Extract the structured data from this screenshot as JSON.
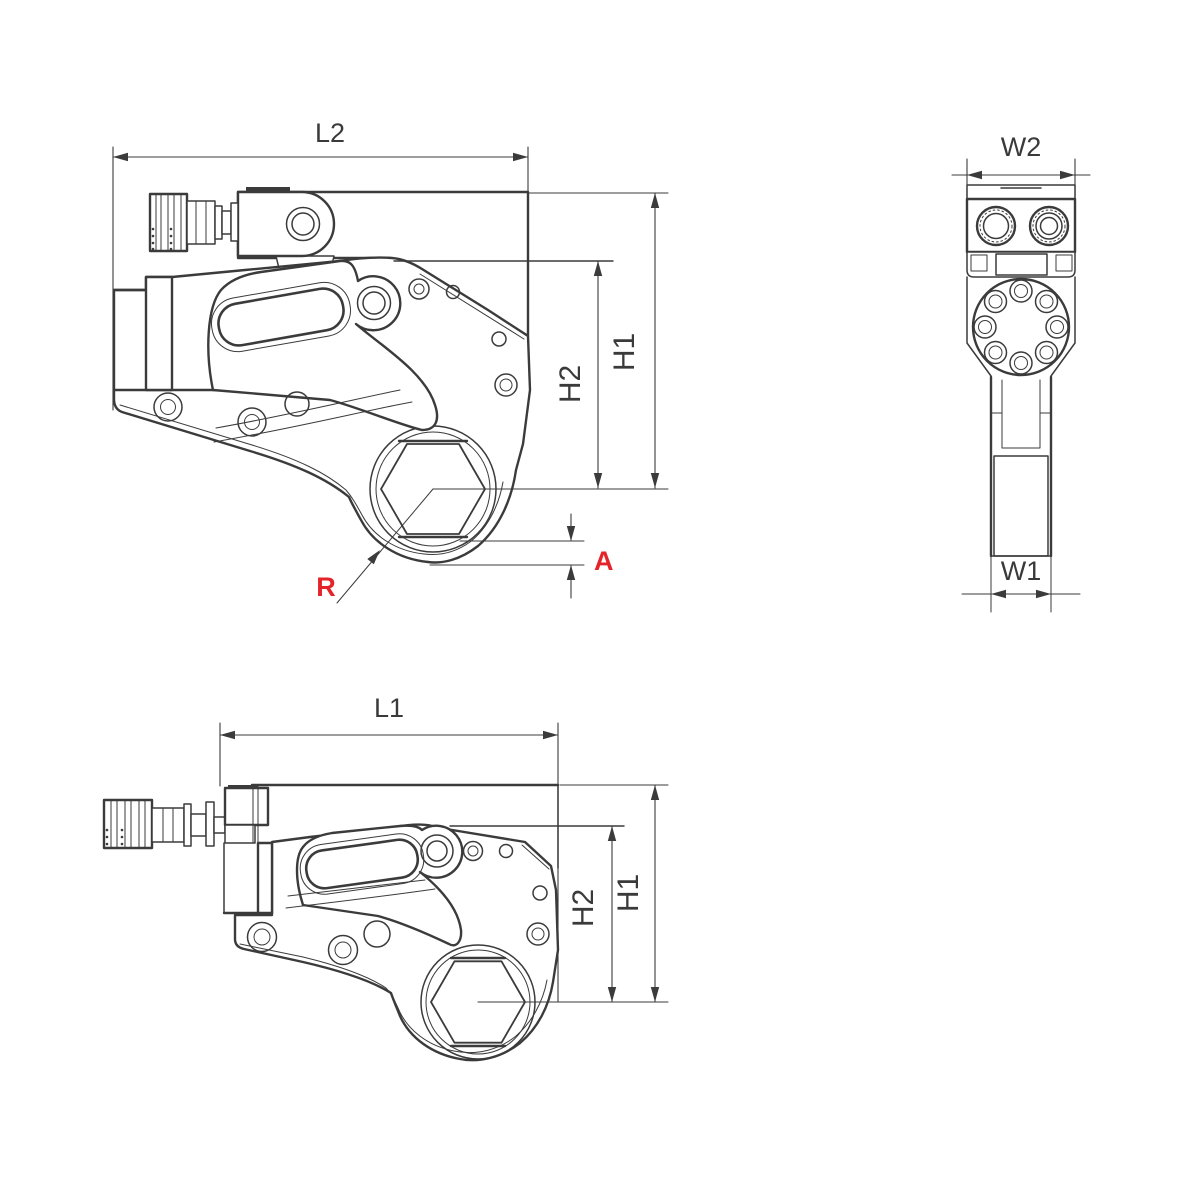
{
  "colors": {
    "line": "#3b3b3b",
    "accent_red": "#e5242a",
    "background": "#ffffff"
  },
  "views": {
    "side_view_upper": {
      "dim_length": "L2",
      "dim_height_total": "H1",
      "dim_height_center": "H2",
      "dim_offset": "A",
      "dim_radius": "R"
    },
    "end_view": {
      "dim_width_head": "W2",
      "dim_width_body": "W1"
    },
    "side_view_lower": {
      "dim_length": "L1",
      "dim_height_total": "H1",
      "dim_height_center": "H2"
    }
  }
}
